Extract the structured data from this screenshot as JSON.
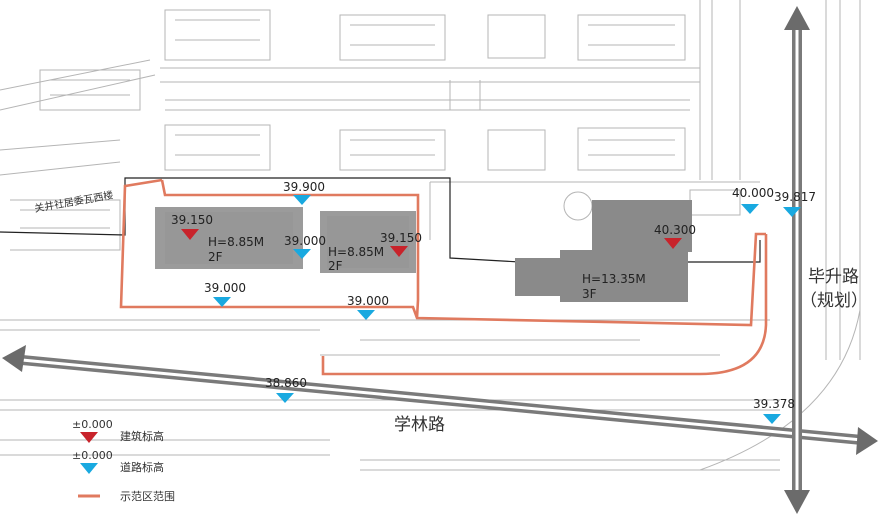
{
  "colors": {
    "building_marker": "#c8232b",
    "road_marker": "#19a9e0",
    "demo_boundary": "#e07a5f",
    "building_fill": "#8a8a8a",
    "road_arrow": "#6b6b6b"
  },
  "roads": {
    "xuelin": "学林路",
    "bisheng_line1": "毕升路",
    "bisheng_line2": "（规划）"
  },
  "neighbor_label": "关井社居委瓦西楼",
  "buildings": [
    {
      "height": "H=8.85M",
      "floors": "2F"
    },
    {
      "height": "H=8.85M",
      "floors": "2F"
    },
    {
      "height": "H=13.35M",
      "floors": "3F"
    }
  ],
  "building_elevations": [
    "39.150",
    "39.150",
    "40.300"
  ],
  "road_elevations": [
    "39.900",
    "39.000",
    "39.000",
    "39.000",
    "40.000",
    "39.817",
    "38.860",
    "39.378"
  ],
  "legend": {
    "building_value": "±0.000",
    "building_label": "建筑标高",
    "road_value": "±0.000",
    "road_label": "道路标高",
    "boundary_label": "示范区范围"
  }
}
